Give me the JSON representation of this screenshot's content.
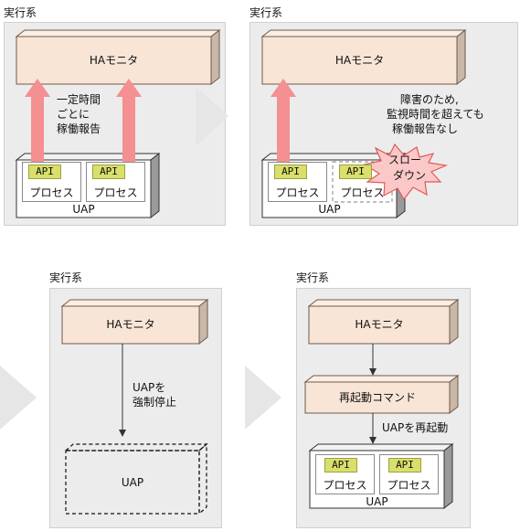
{
  "colors": {
    "panel_bg": "#ececec",
    "box_fill": "#f9e5d6",
    "box_stroke": "#6e5a4c",
    "arrow_pink": "#f48f92",
    "api_fill": "#d9df6a",
    "burst_fill": "#fbc8c8",
    "chevron": "#e6e6e6"
  },
  "panel1": {
    "title": "実行系",
    "monitor": "HAモニタ",
    "note_l1": "一定時間",
    "note_l2": "ごとに",
    "note_l3": "稼働報告",
    "api1": "API",
    "proc1": "プロセス",
    "api2": "API",
    "proc2": "プロセス",
    "uap": "UAP"
  },
  "panel2": {
    "title": "実行系",
    "monitor": "HAモニタ",
    "note_l1": "障害のため,",
    "note_l2": "監視時間を超えても",
    "note_l3": "稼働報告なし",
    "api1": "API",
    "proc1": "プロセス",
    "api2": "API",
    "proc2": "プロセス",
    "burst_l1": "スロー",
    "burst_l2": "ダウン",
    "uap": "UAP"
  },
  "panel3": {
    "title": "実行系",
    "monitor": "HAモニタ",
    "note_l1": "UAPを",
    "note_l2": "強制停止",
    "uap": "UAP"
  },
  "panel4": {
    "title": "実行系",
    "monitor": "HAモニタ",
    "restart_cmd": "再起動コマンド",
    "restart_note": "UAPを再起動",
    "api1": "API",
    "proc1": "プロセス",
    "api2": "API",
    "proc2": "プロセス",
    "uap": "UAP"
  }
}
